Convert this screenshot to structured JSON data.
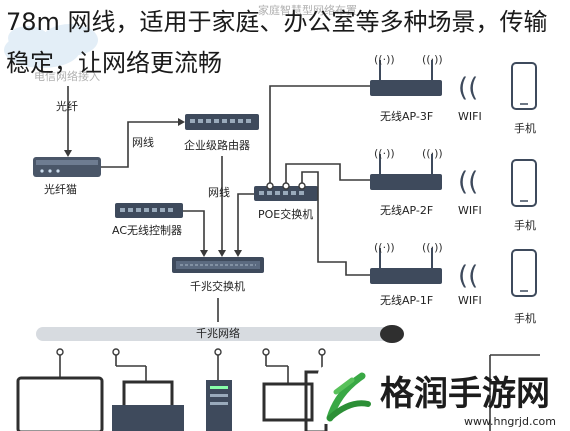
{
  "headline": "78m 网线，适用于家庭、办公室等多种场景，传输稳定，让网络更流畅",
  "diagram": {
    "title_faded": "家庭智慧型网络布置",
    "isp_label": "电信网络接入",
    "fiber_label": "光纤",
    "modem_label": "光纤猫",
    "cable_label_1": "网线",
    "router_label": "企业级路由器",
    "cable_label_2": "网线",
    "ac_label": "AC无线控制器",
    "poe_label": "POE交换机",
    "core_switch_label": "千兆交换机",
    "backbone_label": "千兆网络",
    "aps": [
      {
        "label": "无线AP-3F",
        "wifi": "WIFI",
        "phone": "手机"
      },
      {
        "label": "无线AP-2F",
        "wifi": "WIFI",
        "phone": "手机"
      },
      {
        "label": "无线AP-1F",
        "wifi": "WIFI",
        "phone": "手机"
      }
    ]
  },
  "watermark": {
    "brand": "格润手游网",
    "url": "www.hngrjd.com"
  }
}
